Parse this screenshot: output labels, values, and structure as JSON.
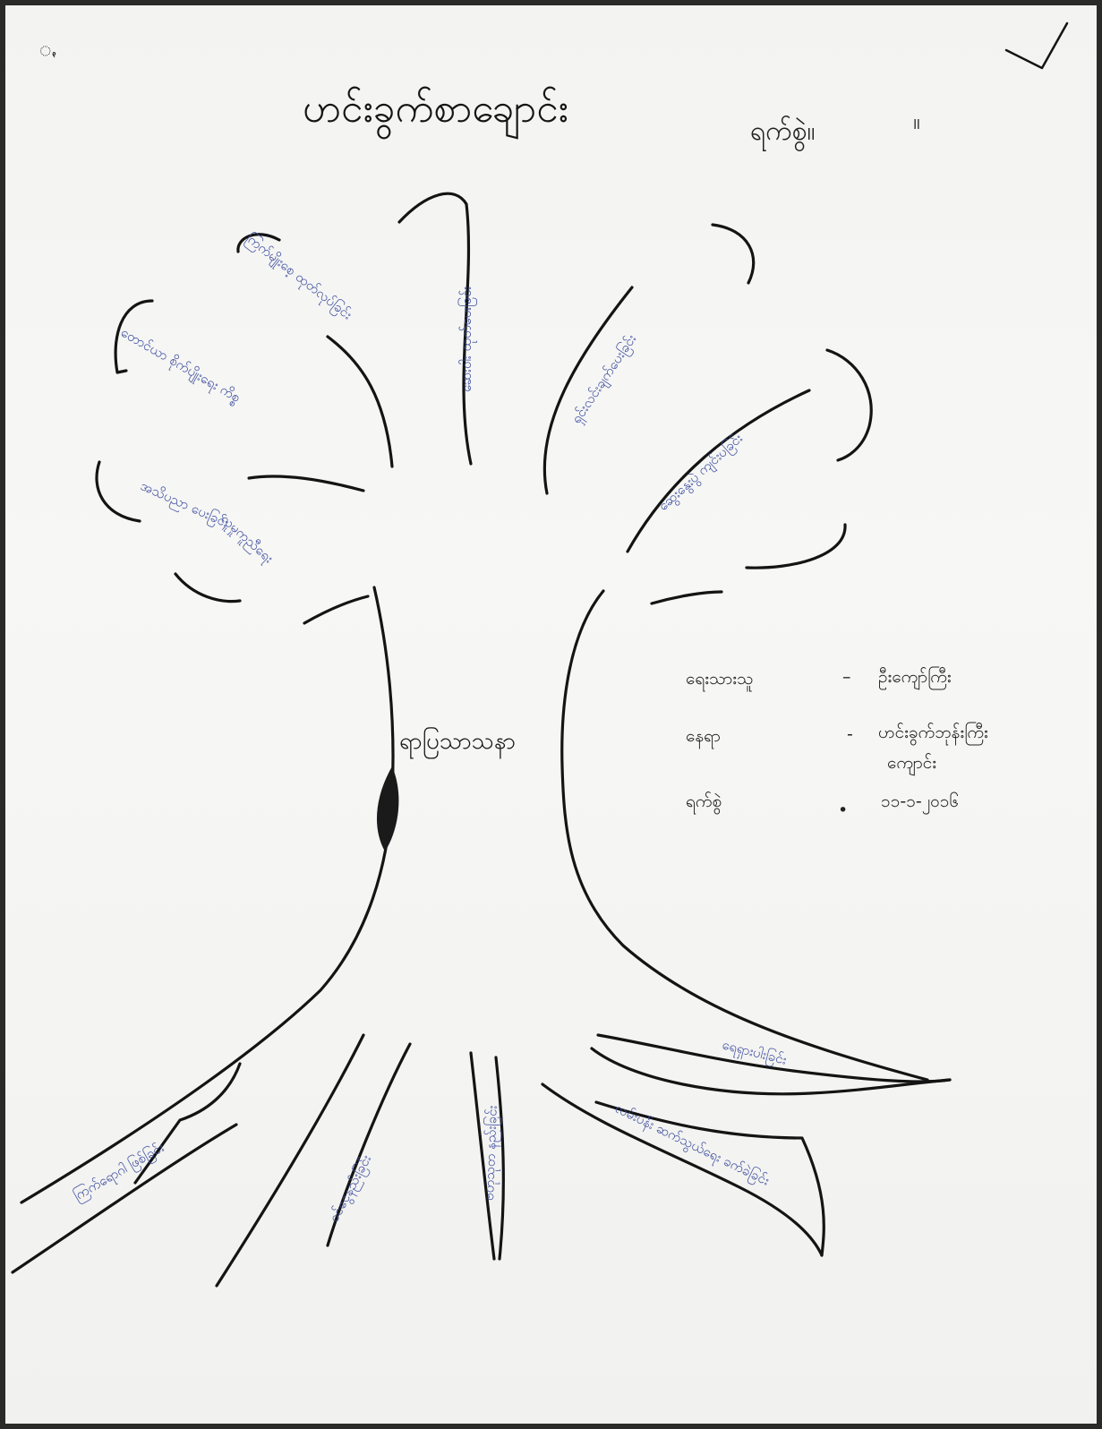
{
  "corner_mark": "ꩻ",
  "title": "ဟင်းခွက်စာချောင်း",
  "title_date_label": "ရက်စွဲ။",
  "title_mark": "။",
  "trunk_label": "ရာပြသာသနာ",
  "branches": [
    "ကြက်မျိုးစေ့ ထုတ်လုပ်ခြင်း",
    "တောင်ယာ စိုက်ပျိုးရေး ကိစ္စ",
    "ဆေးဝါး ထုတ်ပေးခြင်း",
    "ရှင်းလင်းချက်ပေးခြင်း",
    "ဆွေးနွေးပွဲ ကျင်းပခြင်း",
    "အသိပညာ ပေးခြင်း",
    "လူမှုကူညီရေး"
  ],
  "roots": [
    "ကြက်ရောဂါ ဖြစ်ခြင်း",
    "ဝင်ငွေနည်းခြင်း",
    "ဗဟုသုတ နည်းခြင်း",
    "ရေရှားပါးခြင်း",
    "လမ်းပန်း ဆက်သွယ်ရေး ခက်ခဲခြင်း"
  ],
  "info": {
    "author_label": "ရေးသားသူ",
    "author_sep": "–",
    "author_value": "ဦးကျော်ကြီး",
    "place_label": "နေရာ",
    "place_sep": "-",
    "place_value_1": "ဟင်းခွက်ဘုန်းကြီး",
    "place_value_2": "ကျောင်း",
    "date_label": "ရက်စွဲ",
    "date_sep": "•",
    "date_value": "၁၁-၁-၂၀၁၆"
  }
}
